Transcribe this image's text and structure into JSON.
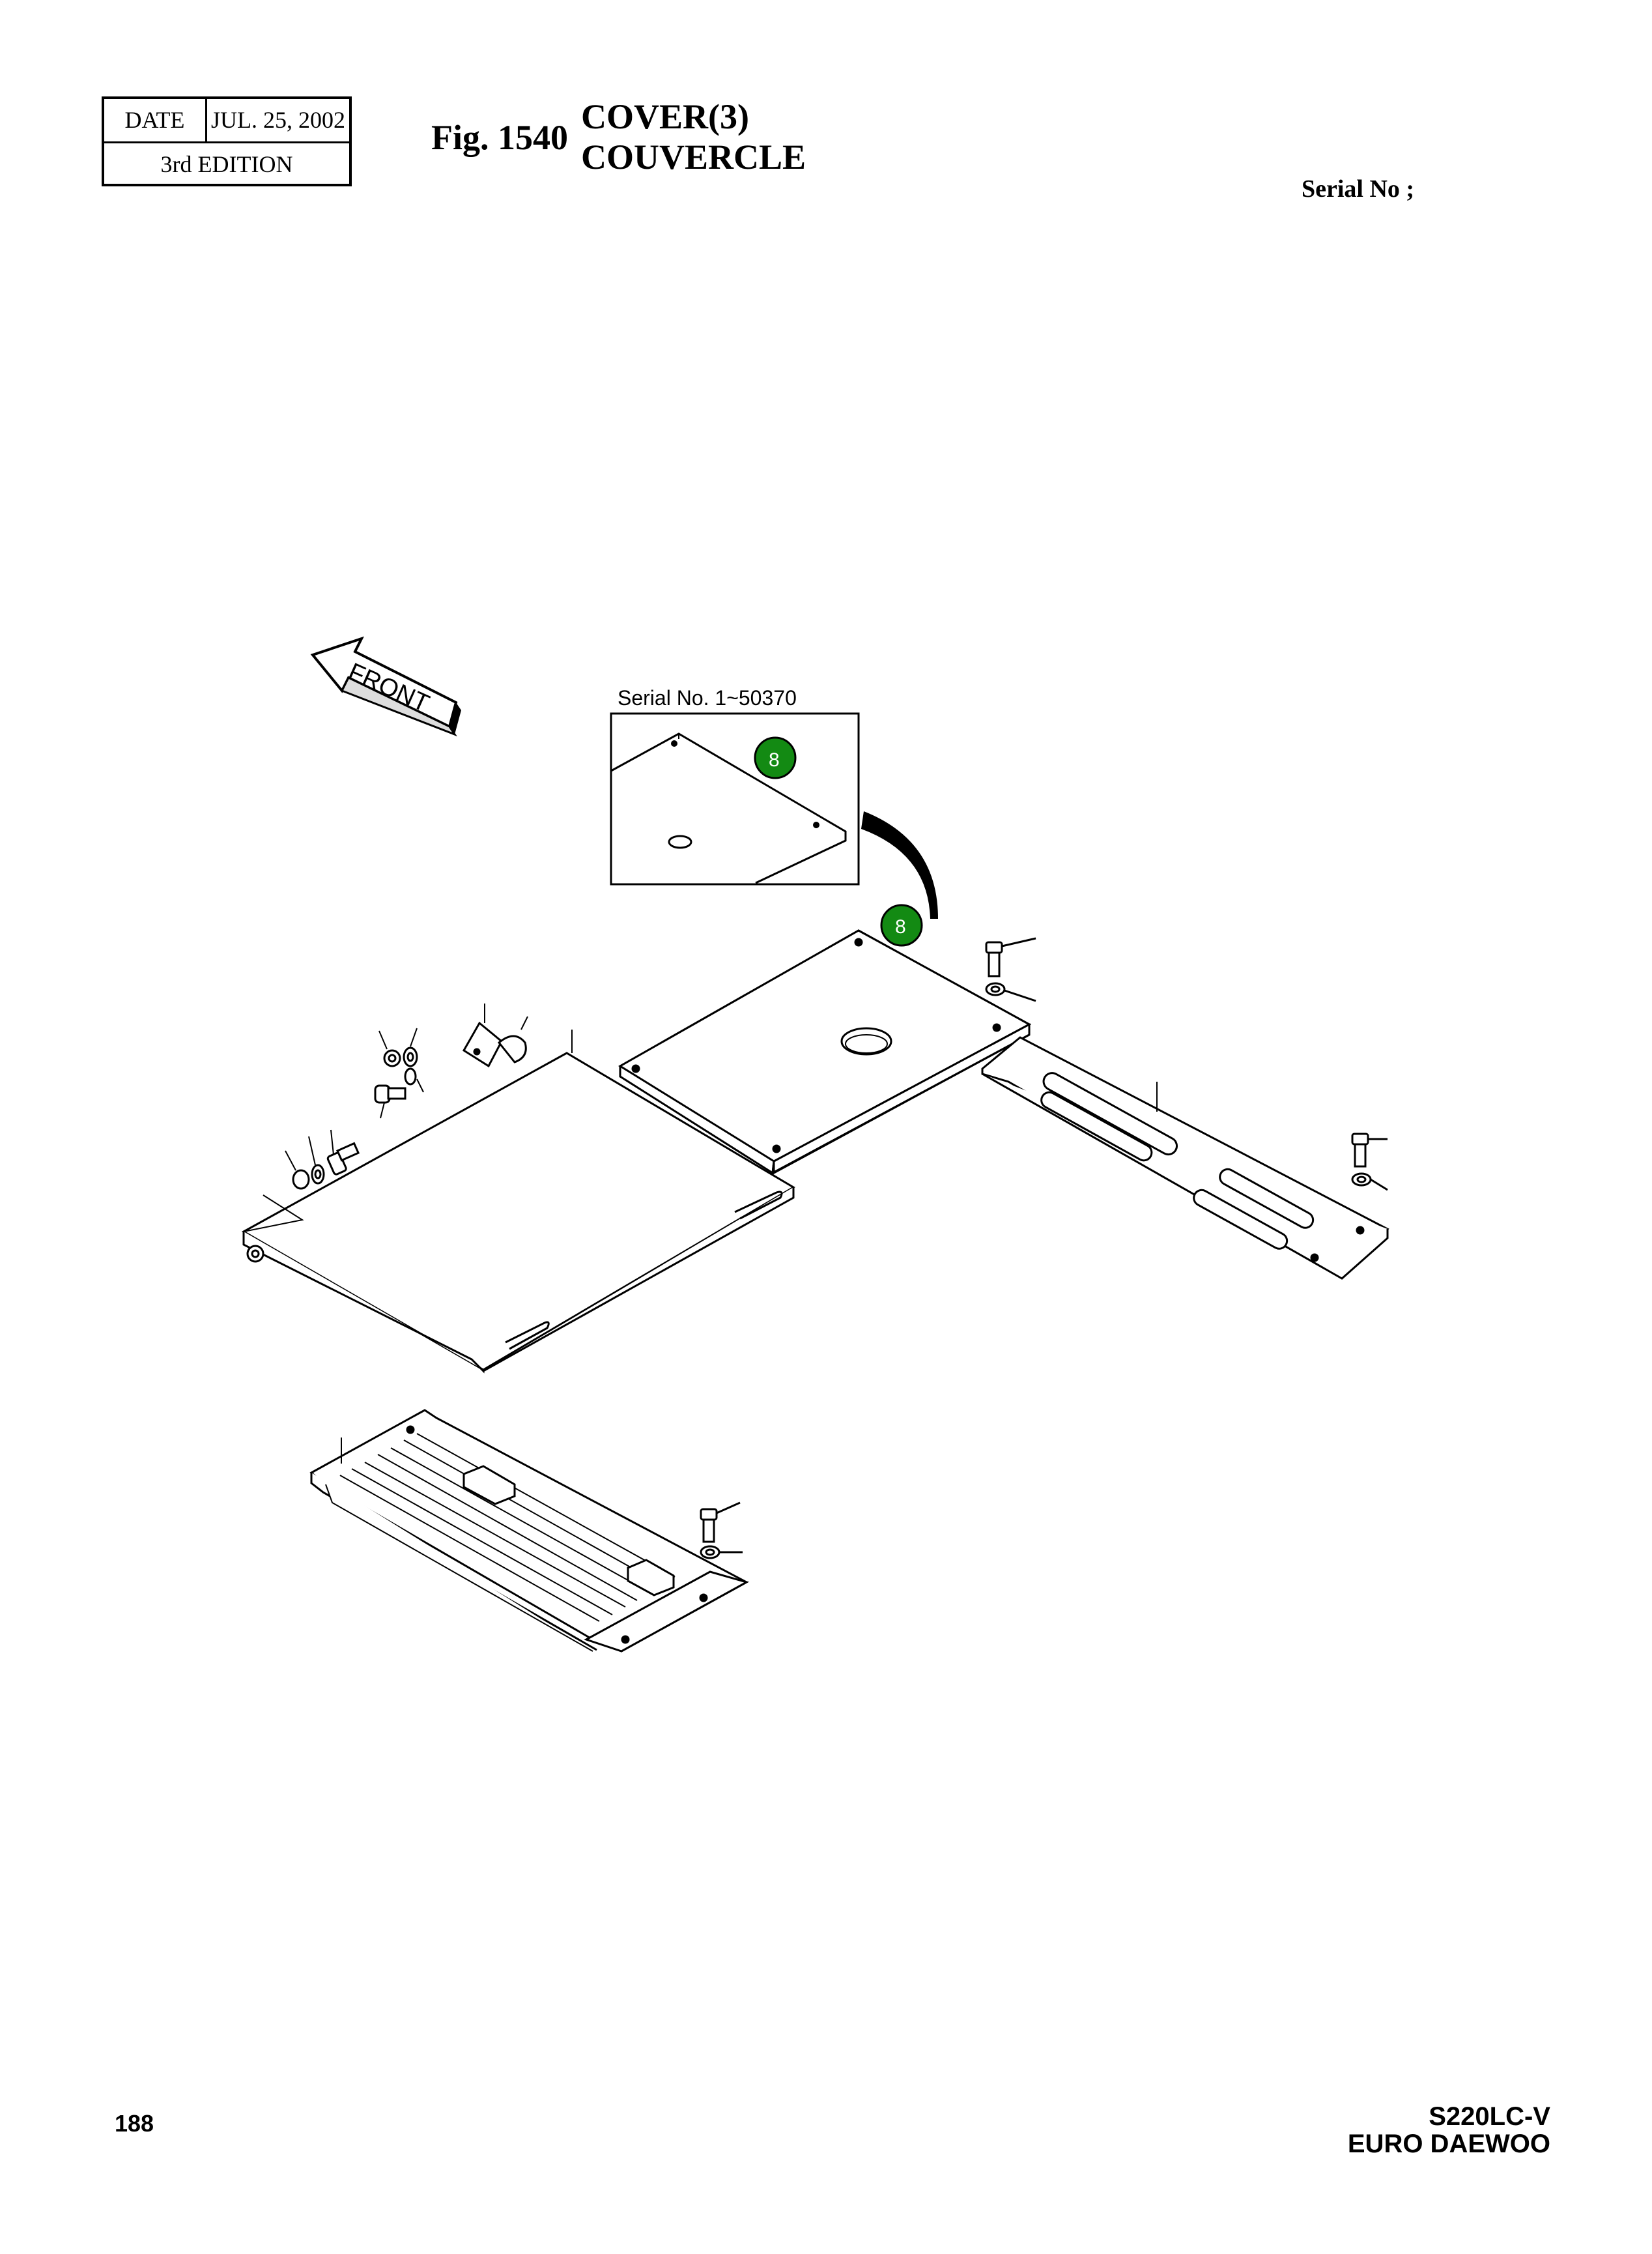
{
  "header": {
    "date_label": "DATE",
    "date_value": "JUL. 25, 2002",
    "edition": "3rd  EDITION",
    "fig_number": "Fig. 1540",
    "title_en": "COVER(3)",
    "title_fr": "COUVERCLE",
    "serial_label": "Serial No ;"
  },
  "diagram": {
    "front_label": "FRONT",
    "inset_label": "Serial No. 1~50370",
    "callouts": [
      "8",
      "8"
    ],
    "callout_color": "#138a13"
  },
  "footer": {
    "page_number": "188",
    "model": "S220LC-V",
    "maker": "EURO DAEWOO"
  }
}
